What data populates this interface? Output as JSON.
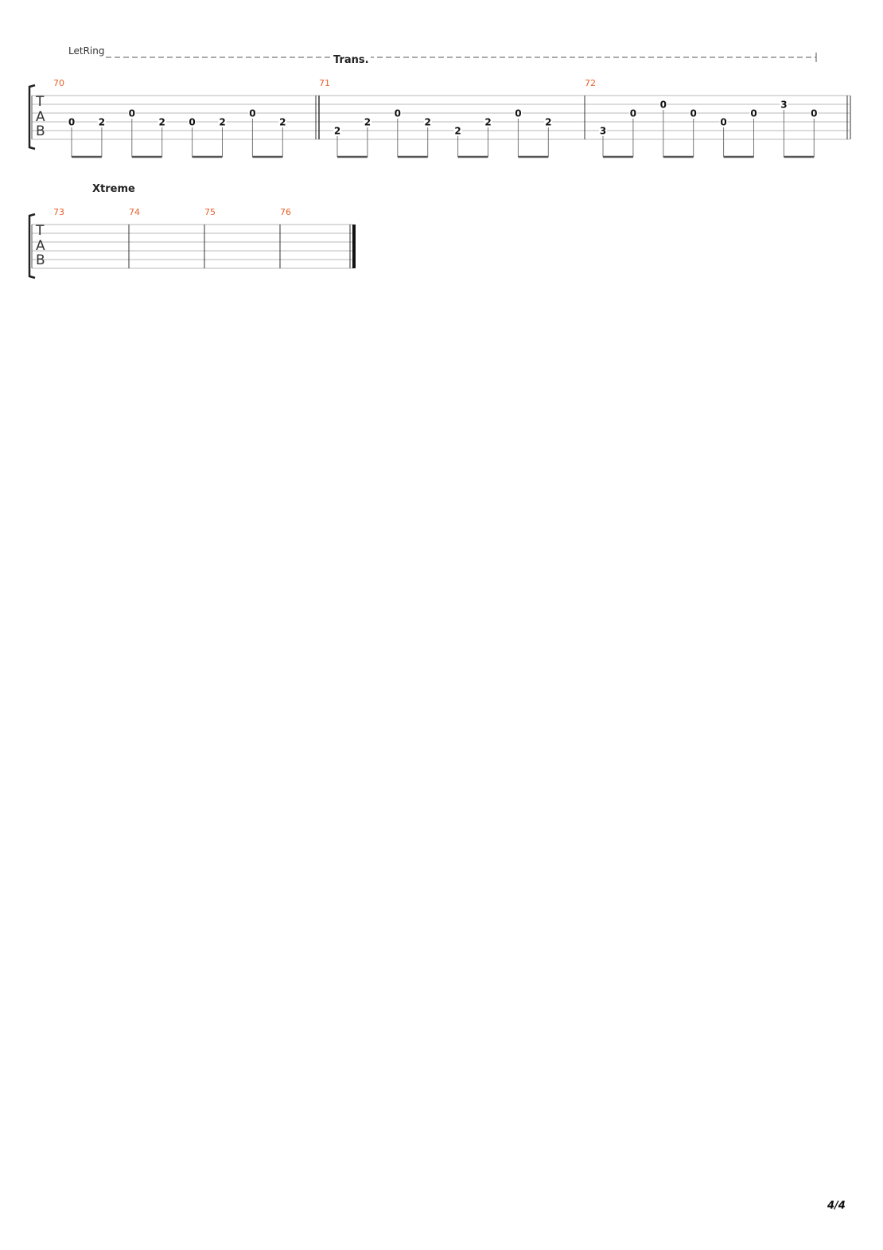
{
  "page": {
    "page_number": "4/4"
  },
  "systems": [
    {
      "section_label": "Trans.",
      "effect_label": "LetRing",
      "tab_clef": [
        "T",
        "A",
        "B"
      ],
      "measures": [
        {
          "number": "70",
          "start_repeat": false,
          "notes": [
            {
              "string": 4,
              "fret": "0"
            },
            {
              "string": 4,
              "fret": "2"
            },
            {
              "string": 3,
              "fret": "0"
            },
            {
              "string": 4,
              "fret": "2"
            },
            {
              "string": 4,
              "fret": "0"
            },
            {
              "string": 4,
              "fret": "2"
            },
            {
              "string": 3,
              "fret": "0"
            },
            {
              "string": 4,
              "fret": "2"
            }
          ]
        },
        {
          "number": "71",
          "start_repeat": true,
          "notes": [
            {
              "string": 5,
              "fret": "2"
            },
            {
              "string": 4,
              "fret": "2"
            },
            {
              "string": 3,
              "fret": "0"
            },
            {
              "string": 4,
              "fret": "2"
            },
            {
              "string": 5,
              "fret": "2"
            },
            {
              "string": 4,
              "fret": "2"
            },
            {
              "string": 3,
              "fret": "0"
            },
            {
              "string": 4,
              "fret": "2"
            }
          ]
        },
        {
          "number": "72",
          "start_repeat": false,
          "notes": [
            {
              "string": 5,
              "fret": "3"
            },
            {
              "string": 3,
              "fret": "0"
            },
            {
              "string": 2,
              "fret": "0"
            },
            {
              "string": 3,
              "fret": "0"
            },
            {
              "string": 4,
              "fret": "0"
            },
            {
              "string": 3,
              "fret": "0"
            },
            {
              "string": 2,
              "fret": "3"
            },
            {
              "string": 3,
              "fret": "0"
            }
          ]
        }
      ]
    },
    {
      "section_label": "Xtreme",
      "tab_clef": [
        "T",
        "A",
        "B"
      ],
      "measures": [
        {
          "number": "73",
          "notes": []
        },
        {
          "number": "74",
          "notes": []
        },
        {
          "number": "75",
          "notes": []
        },
        {
          "number": "76",
          "notes": []
        }
      ]
    }
  ],
  "colors": {
    "measure_number": "#e8602c",
    "staff_line": "#b8b8b8",
    "text": "#111111",
    "beam": "#555555"
  }
}
